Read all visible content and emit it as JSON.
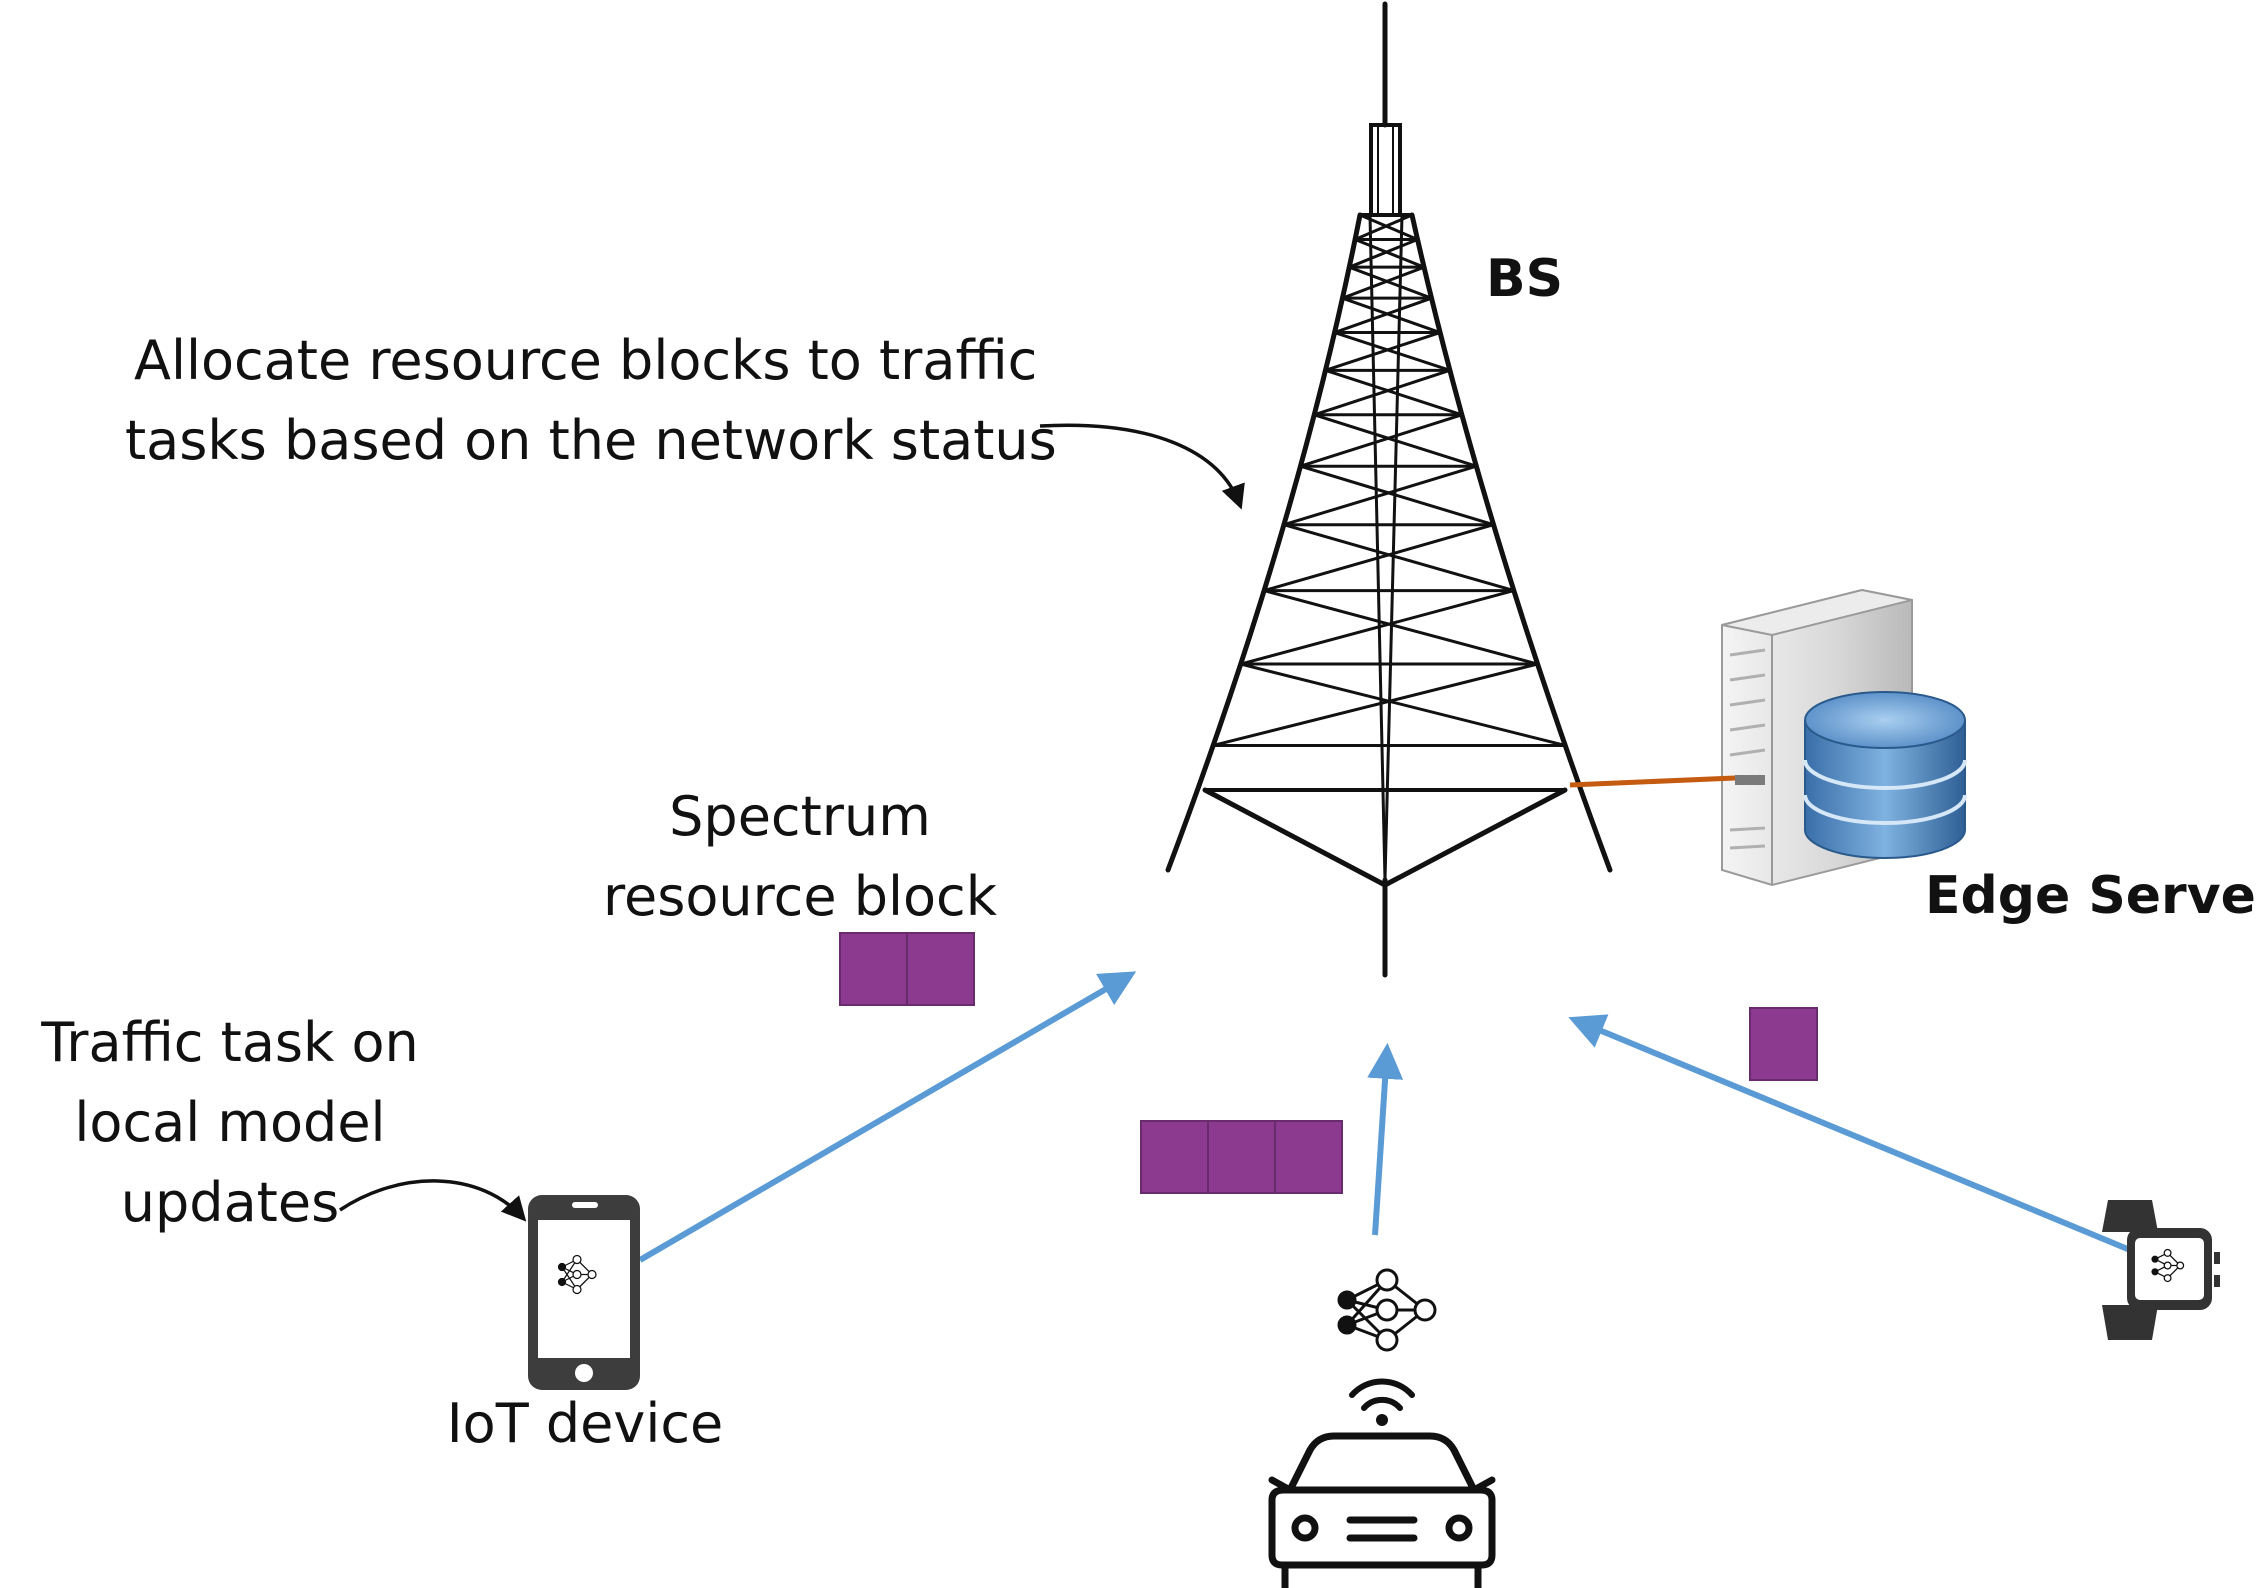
{
  "labels": {
    "bs": "BS",
    "allocate_line1": "Allocate resource blocks to traffic",
    "allocate_line2": "tasks based on the network status",
    "spectrum_line1": "Spectrum",
    "spectrum_line2": "resource block",
    "edge_server": "Edge Server",
    "traffic_line1": "Traffic task on",
    "traffic_line2": "local model",
    "traffic_line3": "updates",
    "iot_device": "IoT device"
  },
  "resource_blocks": {
    "phone_link": 2,
    "car_link": 3,
    "watch_link": 1
  },
  "colors": {
    "resource_block": "#8b3a8f",
    "uplink_arrow": "#5b9bd5",
    "backhaul": "#c55a11",
    "tower": "#111111",
    "database": "#4a7fb8"
  },
  "icons": {
    "tower": "cell-tower-icon",
    "server": "edge-server-icon",
    "phone": "smartphone-icon",
    "car": "connected-car-icon",
    "watch": "smartwatch-icon",
    "model": "neural-network-icon",
    "wifi": "wifi-signal-icon"
  }
}
